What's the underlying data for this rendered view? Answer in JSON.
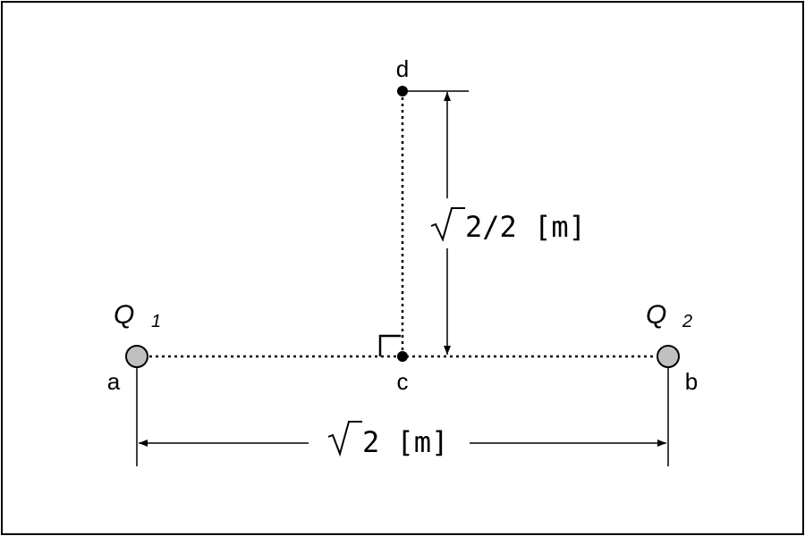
{
  "points": {
    "a": "a",
    "b": "b",
    "c": "c",
    "d": "d"
  },
  "charges": {
    "q1": {
      "symbol": "Q",
      "subscript": "1"
    },
    "q2": {
      "symbol": "Q",
      "subscript": "2"
    }
  },
  "dimensions": {
    "vertical": {
      "radicand_suffix": "2/2 [m]"
    },
    "horizontal": {
      "radicand_suffix": "2 [m]"
    }
  },
  "colors": {
    "charge_fill": "#c0c0c0",
    "stroke": "#000000",
    "border": "#000000",
    "background": "#ffffff"
  }
}
